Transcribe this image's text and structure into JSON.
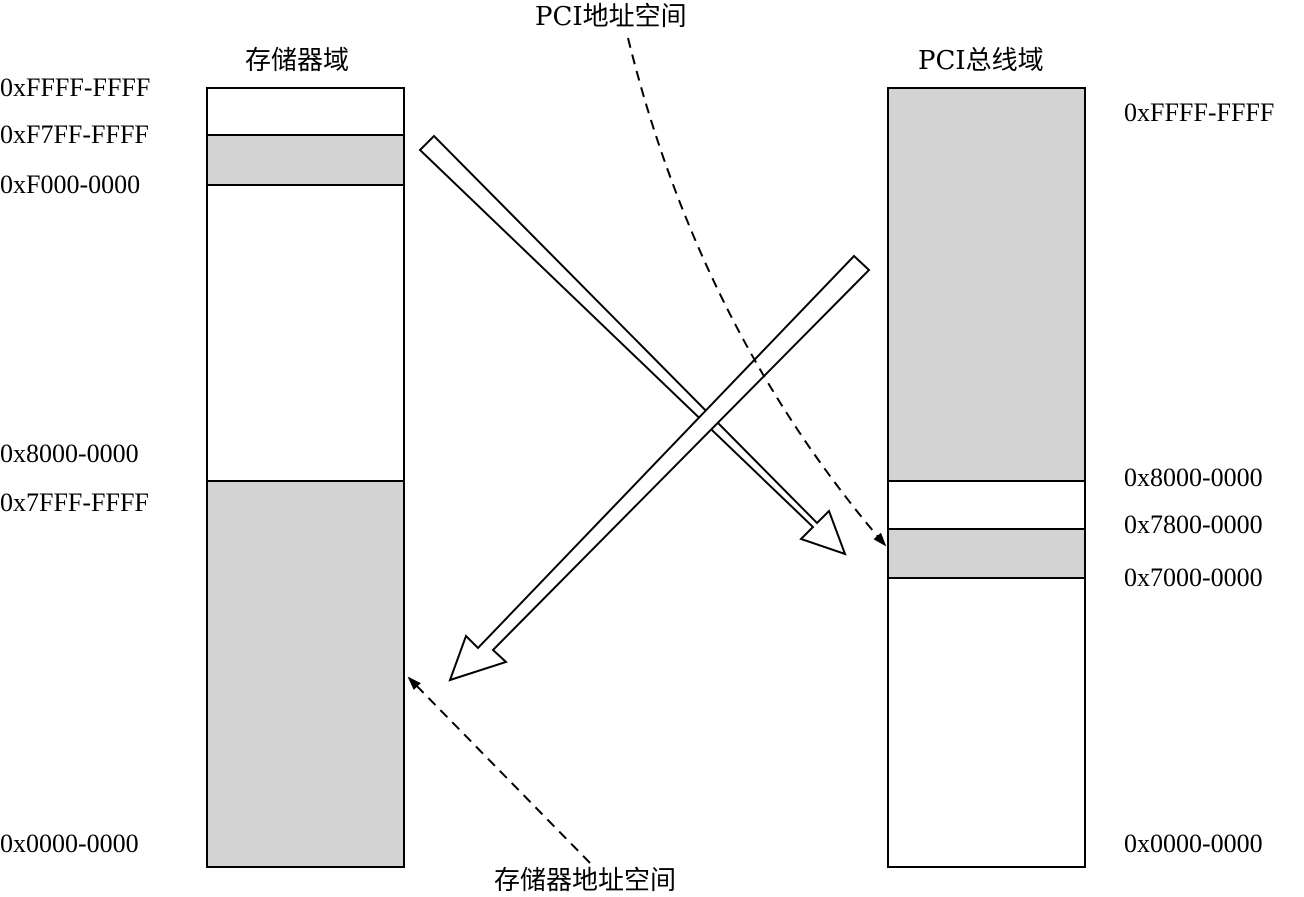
{
  "memory_domain": {
    "title": "存储器域",
    "addresses": [
      "0xFFFF-FFFF",
      "0xF7FF-FFFF",
      "0xF000-0000",
      "0x8000-0000",
      "0x7FFF-FFFF",
      "0x0000-0000"
    ]
  },
  "pci_domain": {
    "title": "PCI总线域",
    "addresses": [
      "0xFFFF-FFFF",
      "0x8000-0000",
      "0x7800-0000",
      "0x7000-0000",
      "0x0000-0000"
    ]
  },
  "annotations": {
    "pci_address_space": "PCI地址空间",
    "memory_address_space": "存储器地址空间"
  },
  "colors": {
    "shaded_region": "#d3d3d3",
    "outline": "#000000",
    "background": "#ffffff"
  }
}
